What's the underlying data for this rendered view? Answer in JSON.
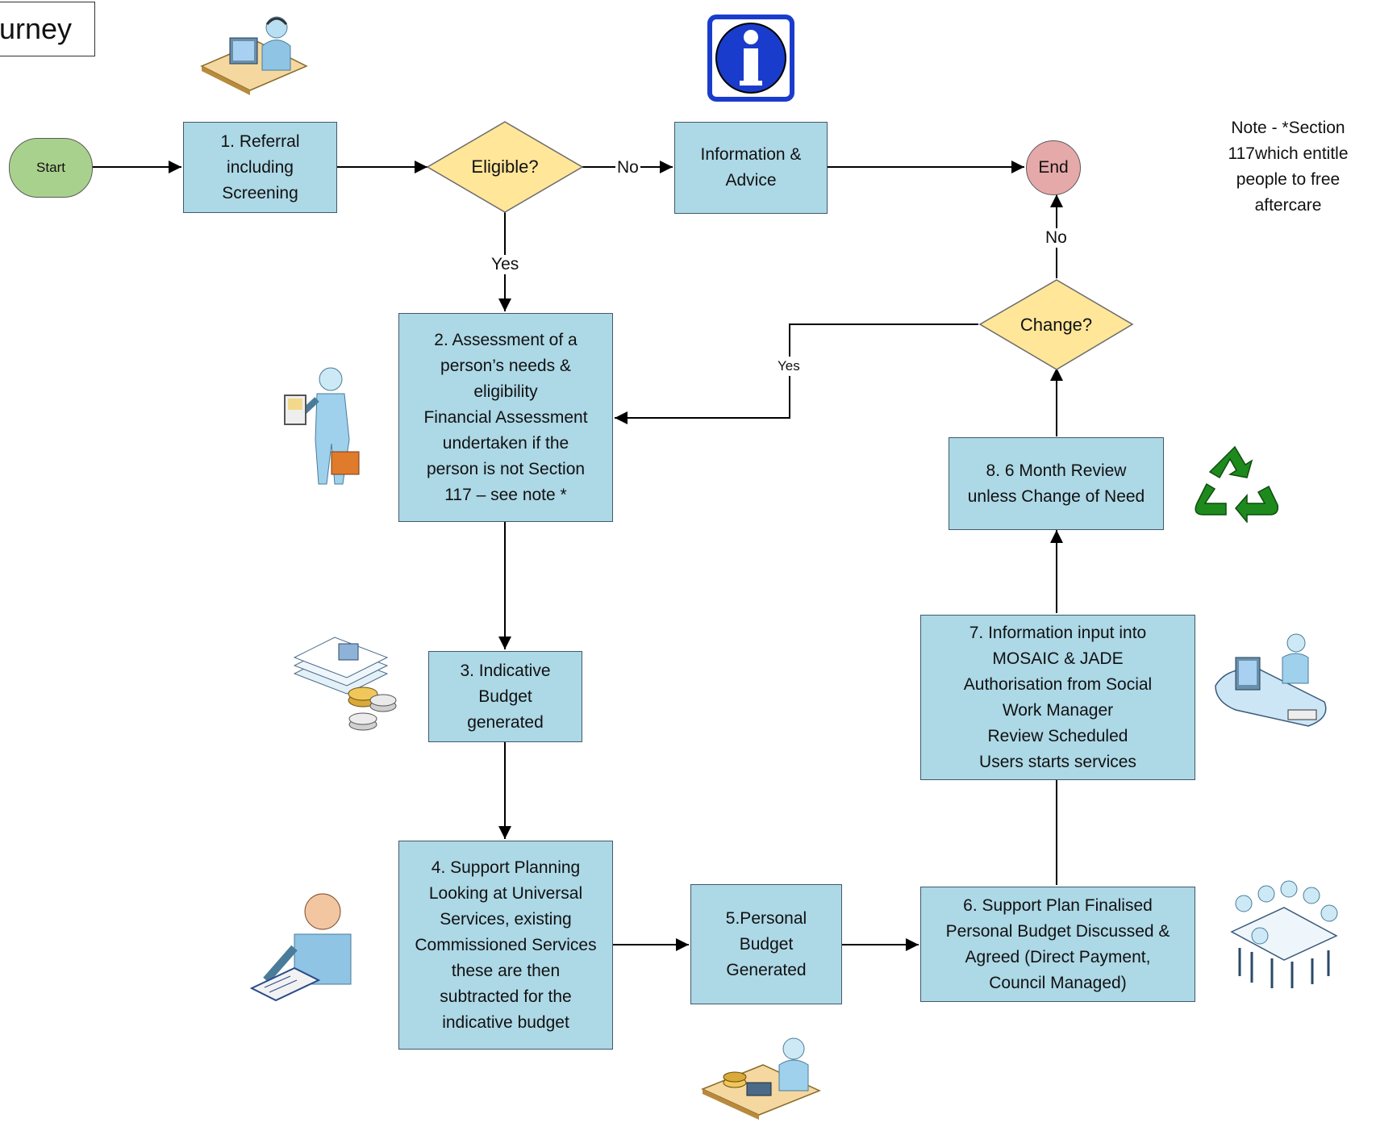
{
  "title_fragment": "urney",
  "start_label": "Start",
  "end_label": "End",
  "nodes": {
    "referral": "1. Referral\nincluding\nScreening",
    "eligible": "Eligible?",
    "info_advice": "Information &\nAdvice",
    "assessment": "2. Assessment of a\nperson’s needs &\neligibility\nFinancial Assessment\nundertaken if the\nperson is not Section\n117 – see note *",
    "indicative_budget": "3. Indicative\nBudget\ngenerated",
    "support_planning": "4. Support Planning\nLooking at Universal\nServices, existing\nCommissioned Services\nthese are then\nsubtracted for the\nindicative budget",
    "personal_budget": "5.Personal\nBudget\nGenerated",
    "plan_finalised": "6. Support Plan Finalised\nPersonal Budget Discussed &\nAgreed (Direct Payment,\nCouncil Managed)",
    "info_input": "7. Information input into\nMOSAIC & JADE\nAuthorisation from Social\nWork Manager\nReview Scheduled\nUsers starts services",
    "review": "8. 6 Month Review\nunless Change of Need",
    "change": "Change?"
  },
  "edge_labels": {
    "eligible_no": "No",
    "eligible_yes": "Yes",
    "change_no": "No",
    "change_yes": "Yes"
  },
  "note": "Note - *Section\n117which entitle\npeople to free\naftercare",
  "icons": {
    "info": "information-icon",
    "recycle": "recycle-icon",
    "call_center": "call-center-worker-icon",
    "consultant": "consultant-with-briefcase-icon",
    "budget_docs": "documents-and-coins-icon",
    "planner": "person-with-document-icon",
    "cashier": "person-counting-money-icon",
    "data_entry": "data-entry-workstation-icon",
    "meeting": "meeting-table-icon"
  },
  "colors": {
    "process_fill": "#add8e6",
    "decision_fill": "#ffe699",
    "start_fill": "#a9d18e",
    "end_fill": "#e6a9a9",
    "info_blue": "#1a3ccc",
    "recycle_green": "#1e8a1e"
  }
}
